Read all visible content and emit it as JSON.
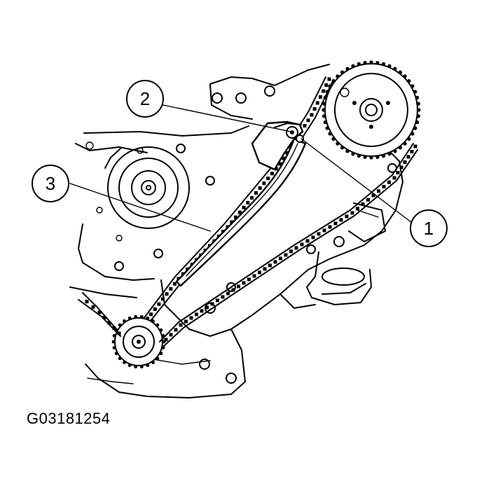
{
  "callouts": [
    {
      "id": "1",
      "label": "1"
    },
    {
      "id": "2",
      "label": "2"
    },
    {
      "id": "3",
      "label": "3"
    }
  ],
  "figure_id": "G03181254",
  "colors": {
    "ink": "#000000",
    "paper": "#ffffff"
  }
}
